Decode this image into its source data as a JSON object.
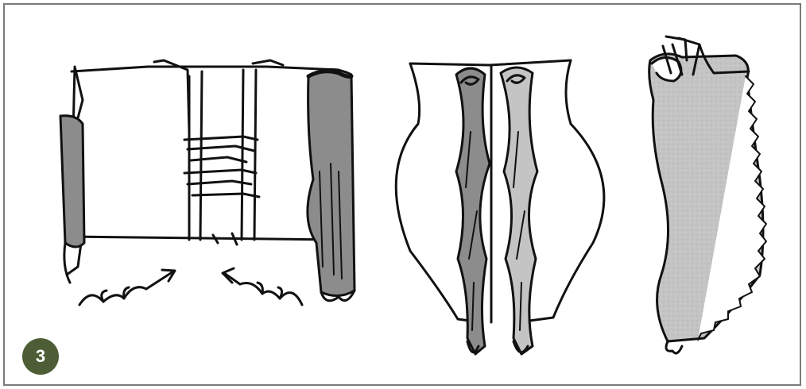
{
  "step": {
    "number": "3",
    "color": "#4d5d36"
  },
  "colors": {
    "fabric_dark": "#8c8c8c",
    "fabric_light": "#c4c4c4",
    "ink": "#111111",
    "paper": "#ffffff"
  },
  "figures": [
    {
      "name": "fabric-rolled-sides"
    },
    {
      "name": "fabric-folded-center"
    },
    {
      "name": "fabric-rolled-tube"
    }
  ]
}
